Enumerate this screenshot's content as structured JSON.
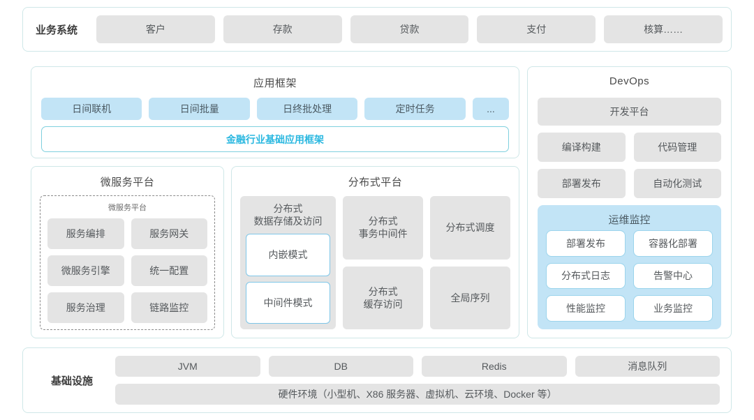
{
  "theme": {
    "page_bg": "#ffffff",
    "panel_border": "#cfe7e8",
    "chip_gray": "#e4e4e4",
    "chip_blue": "#c2e4f6",
    "accent_cyan": "#2bb8e0",
    "blue_border": "#7ec6e8",
    "text_primary": "#3d3d3d",
    "text_secondary": "#55595c"
  },
  "business": {
    "label": "业务系统",
    "items": [
      {
        "label": "客户"
      },
      {
        "label": "存款"
      },
      {
        "label": "贷款"
      },
      {
        "label": "支付"
      },
      {
        "label": "核算……"
      }
    ]
  },
  "app_framework": {
    "title": "应用框架",
    "items": [
      {
        "label": "日间联机"
      },
      {
        "label": "日间批量"
      },
      {
        "label": "日终批处理"
      },
      {
        "label": "定时任务"
      },
      {
        "label": "..."
      }
    ],
    "base_label": "金融行业基础应用框架"
  },
  "microservice": {
    "title": "微服务平台",
    "inner_label": "微服务平台",
    "items": [
      {
        "label": "服务编排"
      },
      {
        "label": "服务网关"
      },
      {
        "label": "微服务引擎"
      },
      {
        "label": "统一配置"
      },
      {
        "label": "服务治理"
      },
      {
        "label": "链路监控"
      }
    ]
  },
  "distributed": {
    "title": "分布式平台",
    "storage_column": {
      "title": "分布式\n数据存储及访问",
      "title_line1": "分布式",
      "title_line2": "数据存储及访问",
      "modes": [
        {
          "label": "内嵌模式"
        },
        {
          "label": "中间件模式"
        }
      ]
    },
    "items": [
      {
        "label_line1": "分布式",
        "label_line2": "事务中间件"
      },
      {
        "label_line1": "分布式调度",
        "label_line2": ""
      },
      {
        "label_line1": "分布式",
        "label_line2": "缓存访问"
      },
      {
        "label_line1": "全局序列",
        "label_line2": ""
      }
    ]
  },
  "devops": {
    "title": "DevOps",
    "dev_platform": "开发平台",
    "items": [
      {
        "label": "编译构建"
      },
      {
        "label": "代码管理"
      },
      {
        "label": "部署发布"
      },
      {
        "label": "自动化测试"
      }
    ],
    "ops_monitor": {
      "title": "运维监控",
      "items": [
        {
          "label": "部署发布"
        },
        {
          "label": "容器化部署"
        },
        {
          "label": "分布式日志"
        },
        {
          "label": "告警中心"
        },
        {
          "label": "性能监控"
        },
        {
          "label": "业务监控"
        }
      ]
    }
  },
  "infrastructure": {
    "label": "基础设施",
    "items": [
      {
        "label": "JVM"
      },
      {
        "label": "DB"
      },
      {
        "label": "Redis"
      },
      {
        "label": "消息队列"
      }
    ],
    "hardware": "硬件环境（小型机、X86 服务器、虚拟机、云环境、Docker 等）"
  }
}
